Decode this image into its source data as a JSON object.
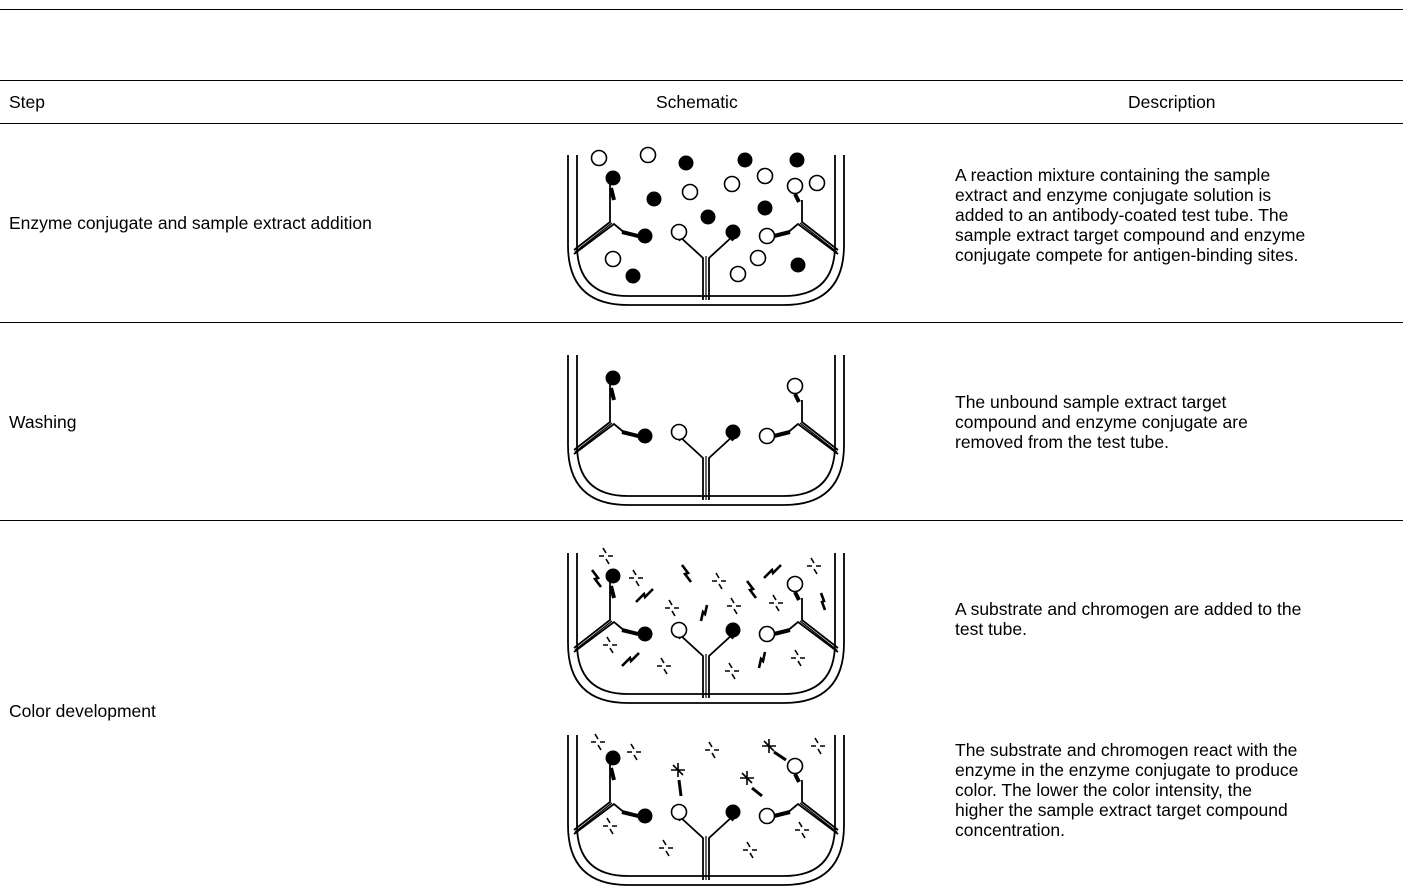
{
  "table": {
    "headers": {
      "step": "Step",
      "schematic": "Schematic",
      "description": "Description"
    },
    "rows": [
      {
        "step": "Enzyme conjugate and sample extract addition",
        "descriptions": [
          "A reaction mixture containing the sample\nextract and enzyme conjugate solution is\nadded to an antibody-coated test tube.  The\nsample extract target compound and enzyme\nconjugate compete for antigen-binding sites."
        ]
      },
      {
        "step": "Washing",
        "descriptions": [
          "The unbound sample extract target\ncompound and enzyme conjugate are\nremoved from the test tube."
        ]
      },
      {
        "step": "Color development",
        "descriptions": [
          "A substrate and chromogen are added to the\ntest tube.",
          "The substrate and chromogen react with the\nenzyme in the enzyme conjugate to produce\ncolor.  The lower the color intensity, the\nhigher the sample extract target compound\nconcentration."
        ]
      }
    ]
  },
  "colors": {
    "ink": "#000000",
    "background": "#ffffff"
  }
}
